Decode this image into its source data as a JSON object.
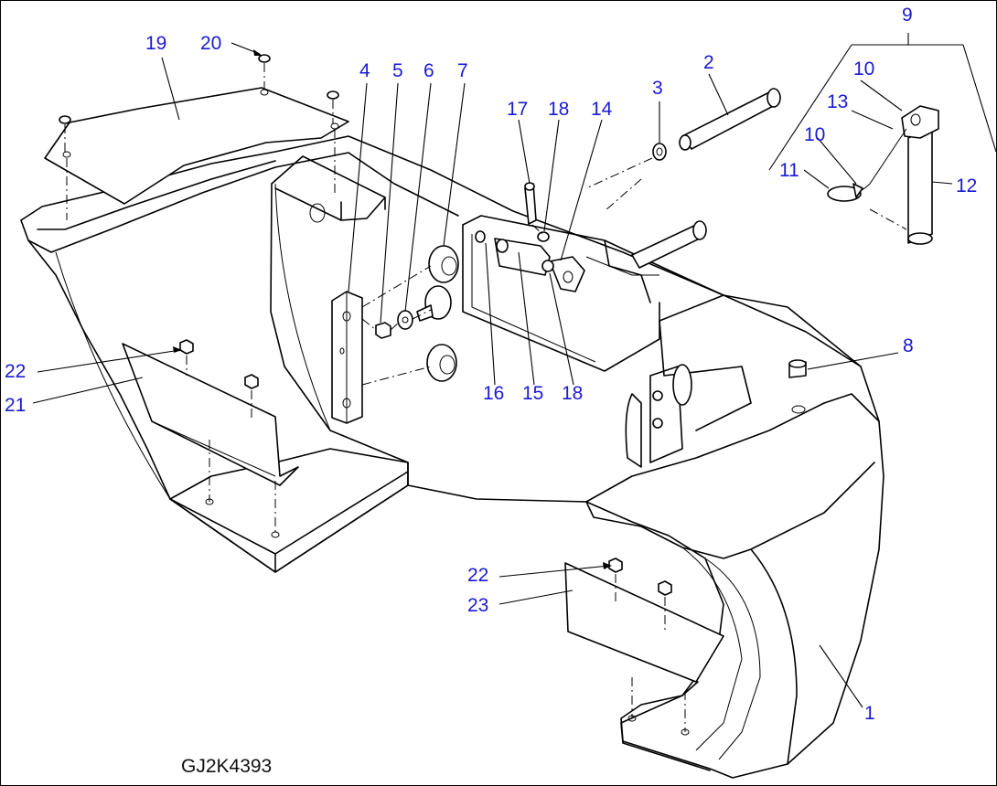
{
  "drawing_code": "GJ2K4393",
  "callouts": {
    "c1": "1",
    "c2": "2",
    "c3": "3",
    "c4": "4",
    "c5": "5",
    "c6": "6",
    "c7": "7",
    "c8": "8",
    "c9": "9",
    "c10a": "10",
    "c10b": "10",
    "c11": "11",
    "c12": "12",
    "c13": "13",
    "c14": "14",
    "c15": "15",
    "c16": "16",
    "c17": "17",
    "c18a": "18",
    "c18b": "18",
    "c19": "19",
    "c20": "20",
    "c21": "21",
    "c22a": "22",
    "c22b": "22",
    "c23": "23"
  },
  "colors": {
    "callout": "#1a1ad6",
    "linework": "#000000",
    "background": "#ffffff"
  }
}
